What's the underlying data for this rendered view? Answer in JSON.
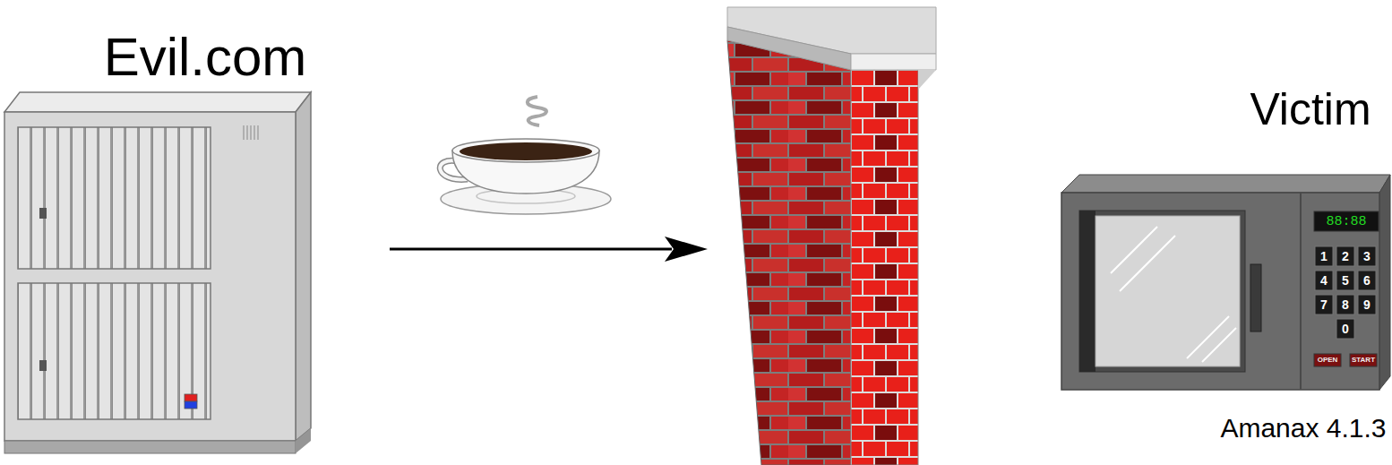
{
  "diagram": {
    "nodes": [
      {
        "text": [
          "Evil.com"
        ]
      },
      {
        "text": [
          "Victim",
          "Amanax 4.1.3"
        ]
      }
    ],
    "labels": [
      "88:88",
      "1",
      "2",
      "3",
      "4",
      "5",
      "6",
      "7",
      "8",
      "9",
      "0",
      "OPEN",
      "START"
    ]
  }
}
